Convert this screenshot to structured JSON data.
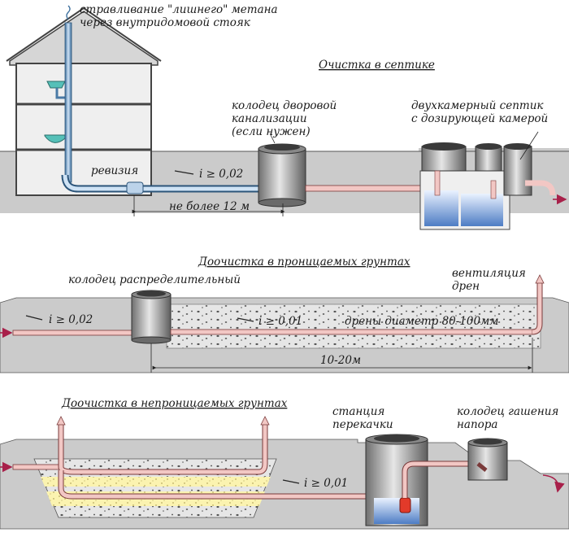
{
  "section1": {
    "title": "Очистка в септике",
    "vent_line1": "стравливание \"лишнего\" метана",
    "vent_line2": "через внутридомовой стояк",
    "well_line1": "колодец дворовой",
    "well_line2": "канализации",
    "well_line3": "(если нужен)",
    "septic_line1": "двухкамерный септик",
    "septic_line2": "с дозирующей камерой",
    "revision": "ревизия",
    "slope": "i ≥ 0,02",
    "distance": "не более 12 м"
  },
  "section2": {
    "title": "Доочистка в проницаемых грунтах",
    "well": "колодец распределительный",
    "vent_line1": "вентиляция",
    "vent_line2": "дрен",
    "slope_in": "i ≥ 0,02",
    "slope_drain": "i ≥ 0,01",
    "drain_dia": "дрены диаметр 80-100мм",
    "distance": "10-20м"
  },
  "section3": {
    "title": "Доочистка в непроницаемых грунтах",
    "station_line1": "станция",
    "station_line2": "перекачки",
    "damper_line1": "колодец гашения",
    "damper_line2": "напора",
    "slope": "i ≥ 0,01"
  },
  "colors": {
    "ground": "#c9c9c9",
    "pipe": "#f2c7c4",
    "pipe_edge": "#7a3a3a",
    "water": "#5b86c8",
    "sand": "#fbf3b0",
    "arrow": "#a8204a"
  }
}
